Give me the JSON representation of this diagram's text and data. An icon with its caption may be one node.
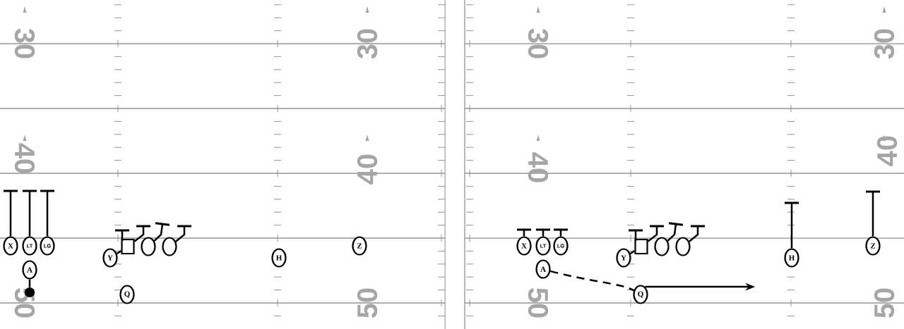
{
  "diagram": {
    "nodes": [
      {
        "text": [
          "X"
        ]
      },
      {
        "text": [
          "LT"
        ]
      },
      {
        "text": [
          "LG"
        ]
      },
      {
        "text": [
          "Y"
        ]
      },
      {
        "text": [],
        "shape": "box"
      },
      {
        "text": [],
        "shape": "circle"
      },
      {
        "text": [],
        "shape": "circle"
      },
      {
        "text": [
          "H"
        ]
      },
      {
        "text": [
          "Z"
        ]
      },
      {
        "text": [
          "A"
        ]
      },
      {
        "text": [],
        "shape": "dot"
      },
      {
        "text": [
          "Q"
        ]
      },
      {
        "text": [
          "X"
        ]
      },
      {
        "text": [
          "LT"
        ]
      },
      {
        "text": [
          "LG"
        ]
      },
      {
        "text": [
          "Y"
        ]
      },
      {
        "text": [],
        "shape": "box"
      },
      {
        "text": [],
        "shape": "circle"
      },
      {
        "text": [],
        "shape": "circle"
      },
      {
        "text": [
          "H"
        ]
      },
      {
        "text": [
          "Z"
        ]
      },
      {
        "text": [
          "A"
        ]
      },
      {
        "text": [
          "Q"
        ]
      }
    ],
    "edges": [
      {
        "from": 0,
        "to": null,
        "arrow": "other"
      },
      {
        "from": 1,
        "to": null,
        "arrow": "other"
      },
      {
        "from": 2,
        "to": null,
        "arrow": "other"
      },
      {
        "from": 3,
        "to": 4,
        "arrow": "none"
      },
      {
        "from": 4,
        "to": null,
        "arrow": "other"
      },
      {
        "from": 4,
        "to": null,
        "arrow": "other"
      },
      {
        "from": 5,
        "to": null,
        "arrow": "other"
      },
      {
        "from": 6,
        "to": null,
        "arrow": "other"
      },
      {
        "from": 9,
        "to": 10,
        "arrow": "none"
      },
      {
        "from": 12,
        "to": null,
        "arrow": "other"
      },
      {
        "from": 13,
        "to": null,
        "arrow": "other"
      },
      {
        "from": 14,
        "to": null,
        "arrow": "other"
      },
      {
        "from": 15,
        "to": 16,
        "arrow": "none"
      },
      {
        "from": 16,
        "to": null,
        "arrow": "other"
      },
      {
        "from": 16,
        "to": null,
        "arrow": "other"
      },
      {
        "from": 17,
        "to": null,
        "arrow": "other"
      },
      {
        "from": 18,
        "to": null,
        "arrow": "other"
      },
      {
        "from": 19,
        "to": null,
        "arrow": "other"
      },
      {
        "from": 20,
        "to": null,
        "arrow": "other"
      },
      {
        "from": 21,
        "to": 22,
        "arrow": "none",
        "style": "dashed"
      },
      {
        "from": 22,
        "to": null,
        "arrow": "to"
      }
    ],
    "labels": [
      "30",
      "30",
      "30",
      "30",
      "40",
      "40",
      "40",
      "40",
      "50",
      "50",
      "50",
      "50"
    ]
  }
}
